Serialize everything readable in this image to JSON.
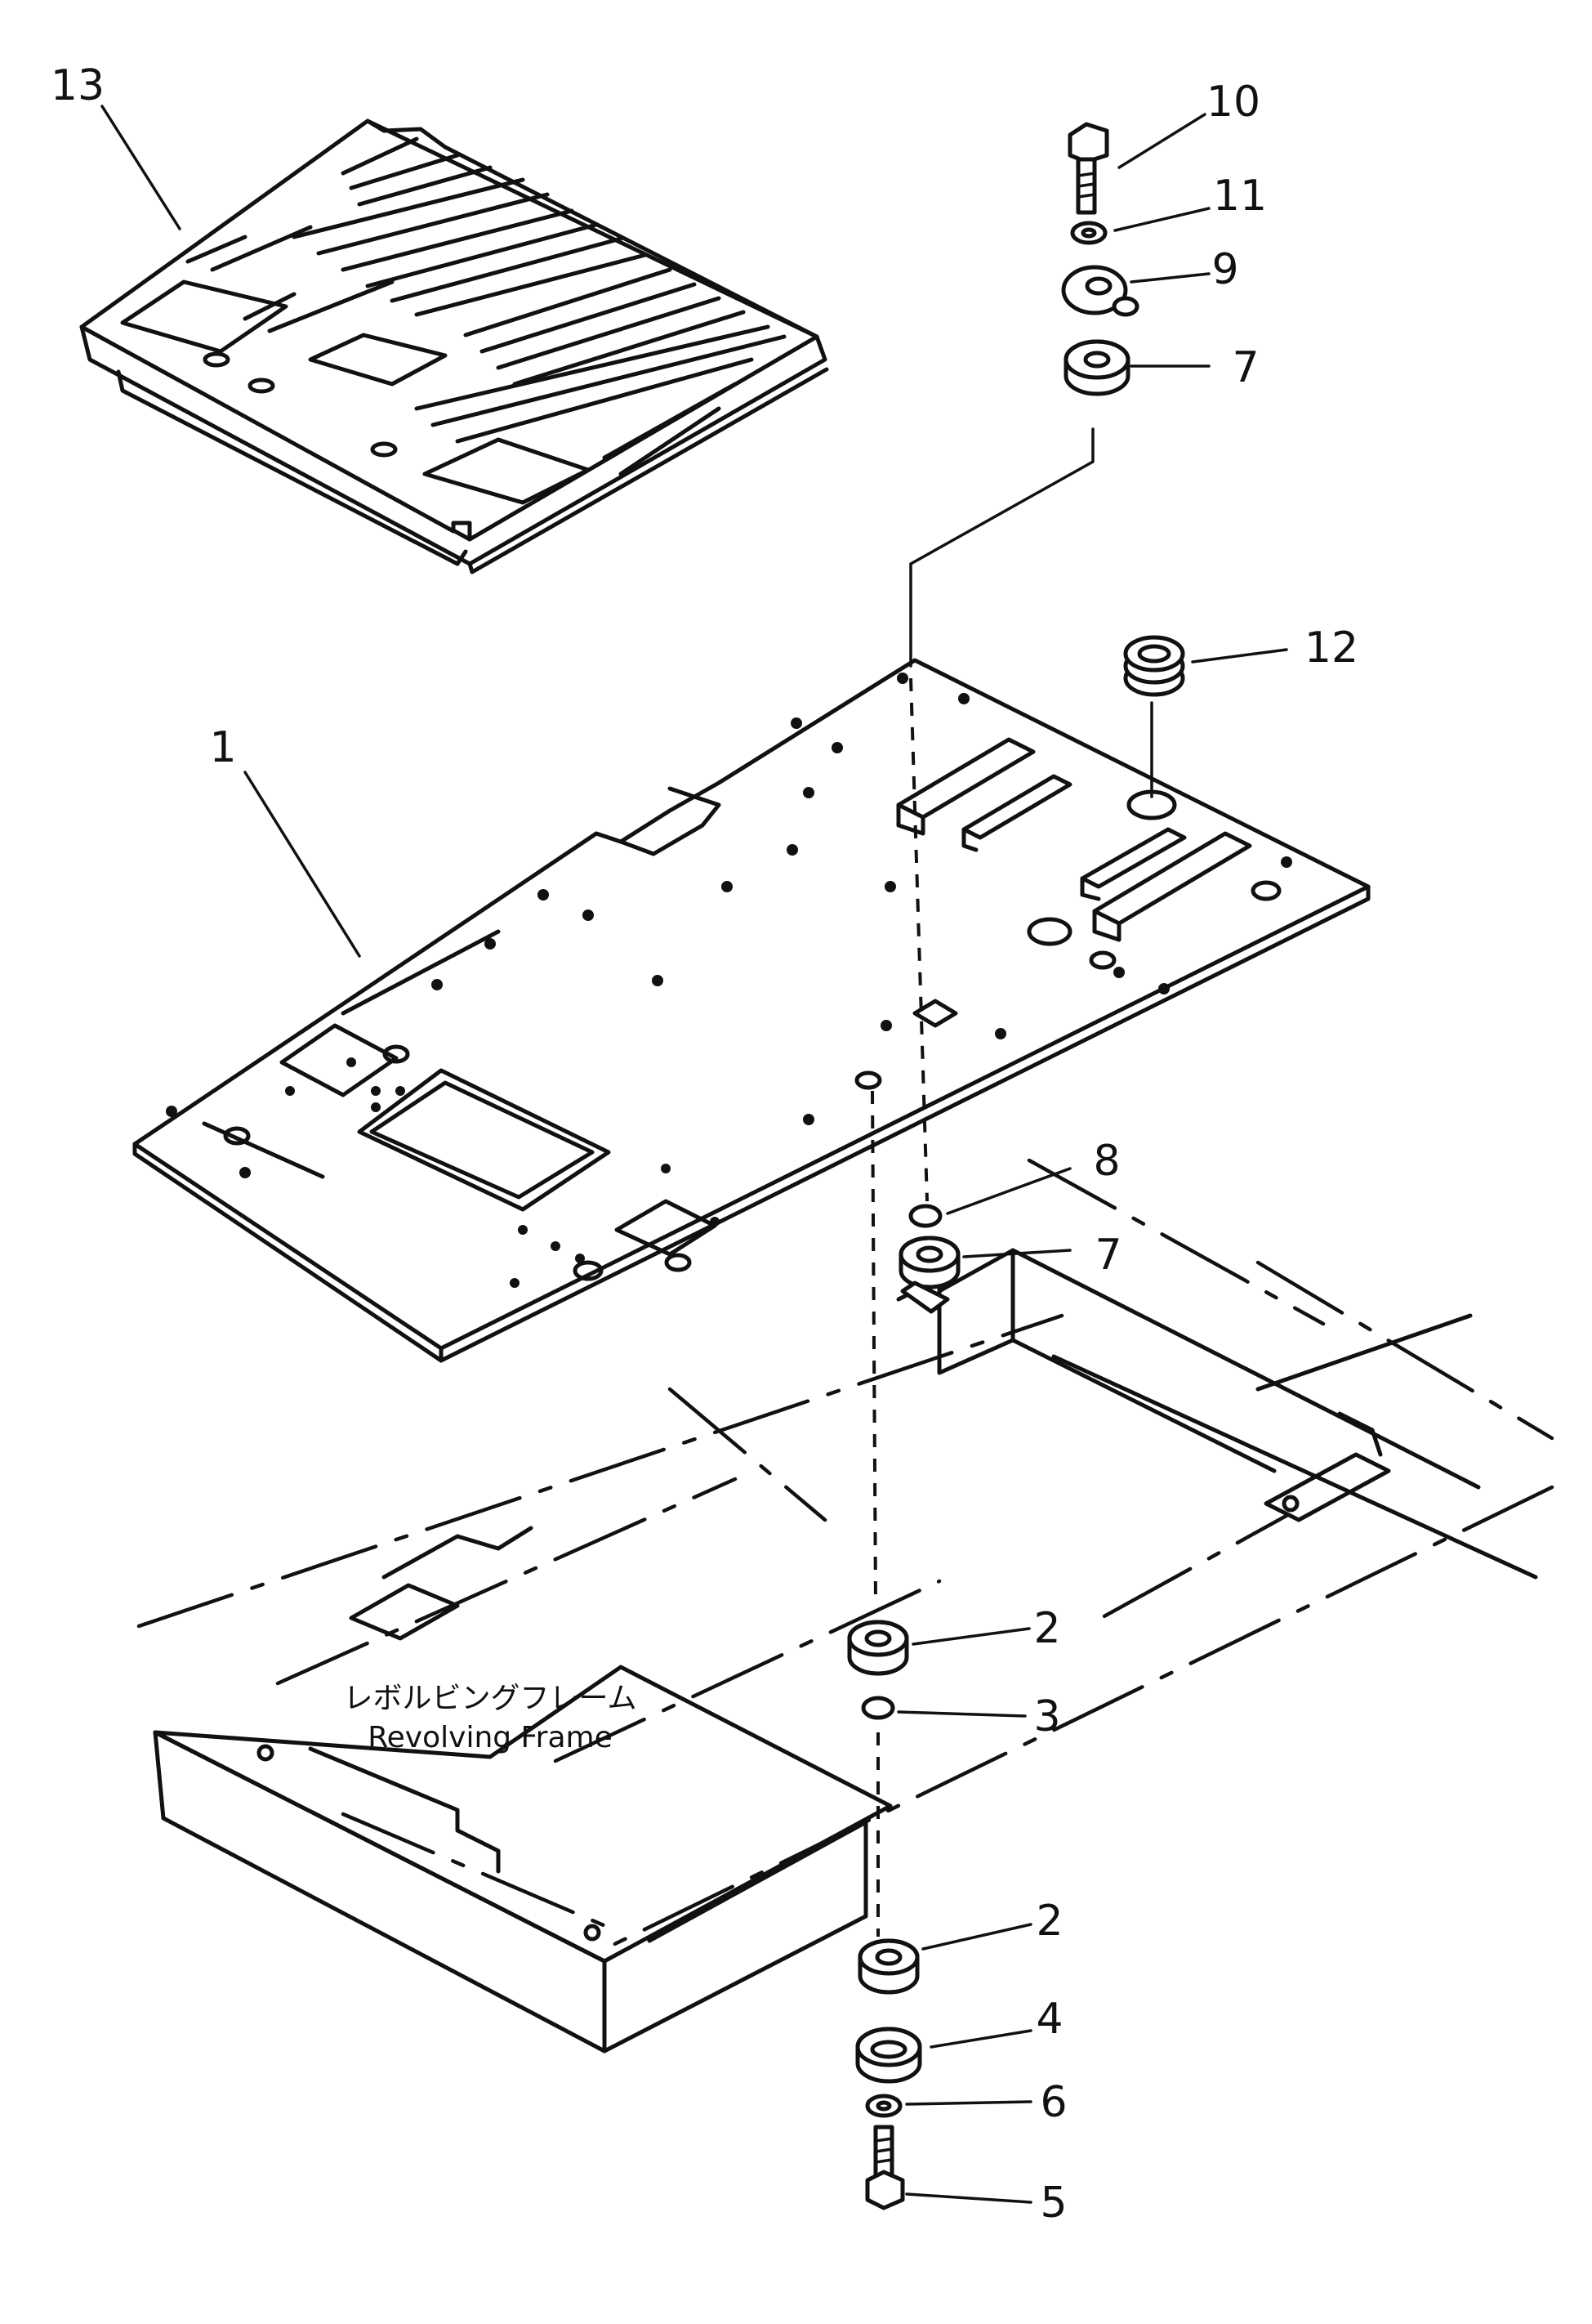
{
  "callouts": {
    "c1": "1",
    "c2a": "2",
    "c2b": "2",
    "c3": "3",
    "c4": "4",
    "c5": "5",
    "c6": "6",
    "c7a": "7",
    "c7b": "7",
    "c8": "8",
    "c9": "9",
    "c10": "10",
    "c11": "11",
    "c12": "12",
    "c13": "13"
  },
  "frame_label": {
    "japanese": "レボルビングフレーム",
    "english": "Revolving Frame"
  }
}
